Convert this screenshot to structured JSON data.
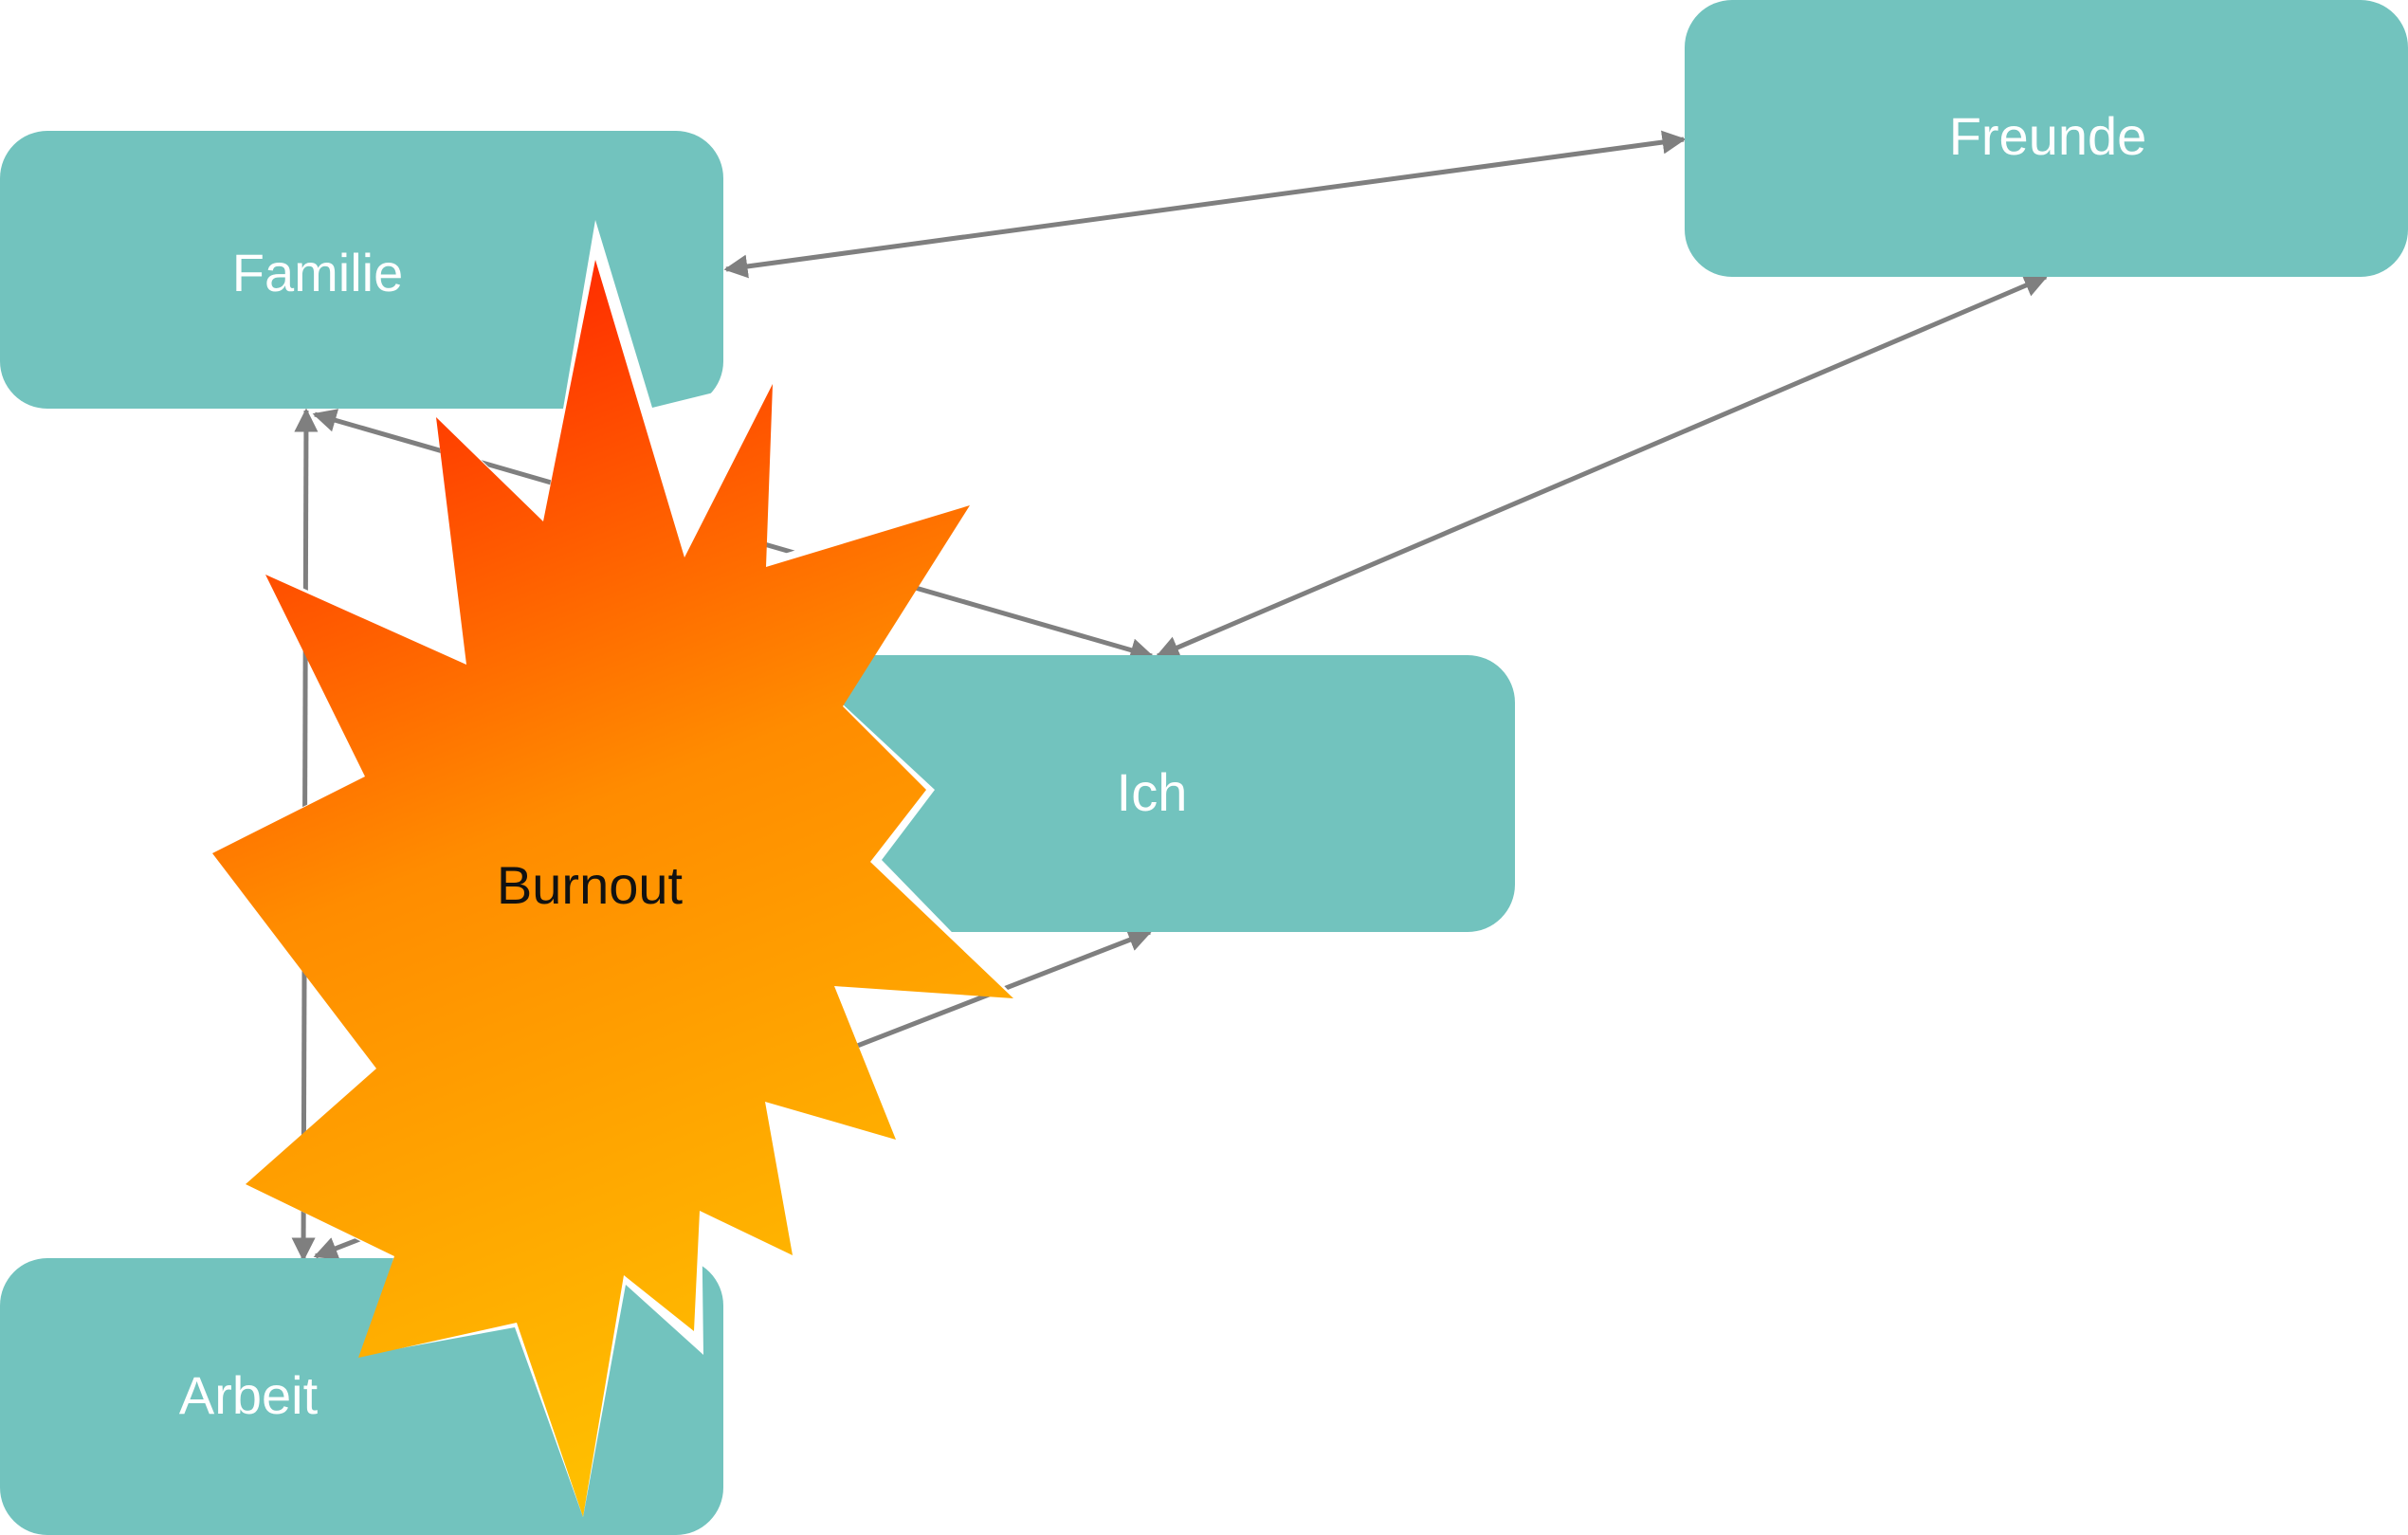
{
  "colors": {
    "node_fill": "#72C3BE",
    "node_text": "#FFFFFF",
    "connector": "#7F7F7F",
    "burst_top": "#FF2400",
    "burst_bottom": "#FFC300",
    "burst_outline": "#FFFFFF",
    "burst_text": "#111111"
  },
  "nodes": {
    "familie": "Familie",
    "freunde": "Freunde",
    "ich": "Ich",
    "arbeit": "Arbeit"
  },
  "burst": {
    "label": "Burnout"
  },
  "connections": [
    {
      "from": "Familie",
      "to": "Freunde",
      "arrows": "both"
    },
    {
      "from": "Freunde",
      "to": "Ich",
      "arrows": "both"
    },
    {
      "from": "Familie",
      "to": "Ich",
      "arrows": "both"
    },
    {
      "from": "Familie",
      "to": "Arbeit",
      "arrows": "both"
    },
    {
      "from": "Arbeit",
      "to": "Ich",
      "arrows": "both"
    }
  ]
}
